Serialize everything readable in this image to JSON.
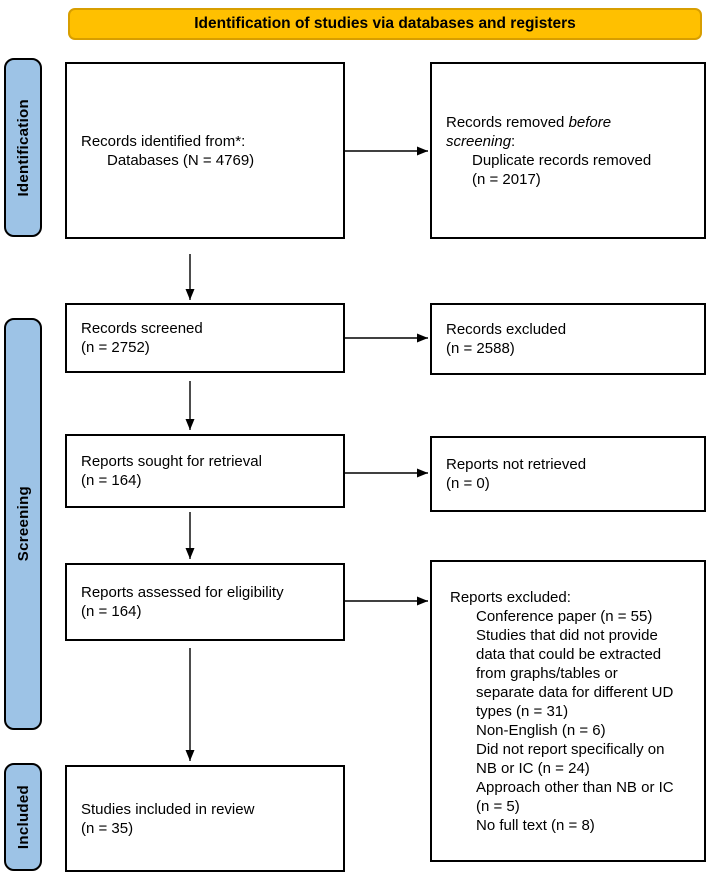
{
  "colors": {
    "banner_bg": "#FFC000",
    "banner_border": "#D89E00",
    "stage_bg": "#9DC3E6",
    "stage_border": "#000000",
    "box_bg": "#FFFFFF",
    "box_border": "#000000",
    "arrow": "#000000",
    "text": "#000000"
  },
  "banner": {
    "label": "Identification of studies via databases and registers"
  },
  "stages": [
    {
      "id": "identification",
      "label": "Identification"
    },
    {
      "id": "screening",
      "label": "Screening"
    },
    {
      "id": "included",
      "label": "Included"
    }
  ],
  "boxes": {
    "records_identified": {
      "lines": [
        {
          "indent": 0,
          "runs": [
            {
              "text": "Records identified from*:"
            }
          ]
        },
        {
          "indent": 1,
          "runs": [
            {
              "text": "Databases (N = 4769)"
            }
          ]
        }
      ]
    },
    "records_removed": {
      "lines": [
        {
          "indent": 0,
          "runs": [
            {
              "text": "Records removed "
            },
            {
              "text": "before",
              "italic": true
            }
          ]
        },
        {
          "indent": 0,
          "runs": [
            {
              "text": "screening",
              "italic": true
            },
            {
              "text": ":"
            }
          ]
        },
        {
          "indent": 1,
          "runs": [
            {
              "text": "Duplicate records removed"
            }
          ]
        },
        {
          "indent": 1,
          "runs": [
            {
              "text": "(n = 2017)"
            }
          ]
        }
      ]
    },
    "records_screened": {
      "lines": [
        {
          "indent": 0,
          "runs": [
            {
              "text": "Records screened"
            }
          ]
        },
        {
          "indent": 0,
          "runs": [
            {
              "text": "(n = 2752)"
            }
          ]
        }
      ]
    },
    "records_excluded": {
      "lines": [
        {
          "indent": 0,
          "runs": [
            {
              "text": "Records excluded"
            }
          ]
        },
        {
          "indent": 0,
          "runs": [
            {
              "text": "(n = 2588)"
            }
          ]
        }
      ]
    },
    "reports_sought": {
      "lines": [
        {
          "indent": 0,
          "runs": [
            {
              "text": "Reports sought for retrieval"
            }
          ]
        },
        {
          "indent": 0,
          "runs": [
            {
              "text": "(n = 164)"
            }
          ]
        }
      ]
    },
    "reports_not_retrieved": {
      "lines": [
        {
          "indent": 0,
          "runs": [
            {
              "text": "Reports not retrieved"
            }
          ]
        },
        {
          "indent": 0,
          "runs": [
            {
              "text": "(n = 0)"
            }
          ]
        }
      ]
    },
    "reports_assessed": {
      "lines": [
        {
          "indent": 0,
          "runs": [
            {
              "text": "Reports assessed for eligibility"
            }
          ]
        },
        {
          "indent": 0,
          "runs": [
            {
              "text": "(n = 164)"
            }
          ]
        }
      ]
    },
    "reports_excluded": {
      "lines": [
        {
          "indent": 0,
          "runs": [
            {
              "text": "Reports excluded:"
            }
          ]
        },
        {
          "indent": 1,
          "runs": [
            {
              "text": "Conference paper (n = 55)"
            }
          ]
        },
        {
          "indent": 1,
          "runs": [
            {
              "text": "Studies that did not provide"
            }
          ]
        },
        {
          "indent": 1,
          "runs": [
            {
              "text": "data that could be extracted"
            }
          ]
        },
        {
          "indent": 1,
          "runs": [
            {
              "text": "from graphs/tables or"
            }
          ]
        },
        {
          "indent": 1,
          "runs": [
            {
              "text": "separate data for different UD"
            }
          ]
        },
        {
          "indent": 1,
          "runs": [
            {
              "text": "types (n = 31)"
            }
          ]
        },
        {
          "indent": 1,
          "runs": [
            {
              "text": "Non-English (n = 6)"
            }
          ]
        },
        {
          "indent": 1,
          "runs": [
            {
              "text": "Did not report specifically on"
            }
          ]
        },
        {
          "indent": 1,
          "runs": [
            {
              "text": "NB or IC (n = 24)"
            }
          ]
        },
        {
          "indent": 1,
          "runs": [
            {
              "text": "Approach other than NB or IC"
            }
          ]
        },
        {
          "indent": 1,
          "runs": [
            {
              "text": "(n = 5)"
            }
          ]
        },
        {
          "indent": 1,
          "runs": [
            {
              "text": "No full text (n = 8)"
            }
          ]
        }
      ]
    },
    "studies_included": {
      "lines": [
        {
          "indent": 0,
          "runs": [
            {
              "text": "Studies included in review"
            }
          ]
        },
        {
          "indent": 0,
          "runs": [
            {
              "text": "(n = 35)"
            }
          ]
        }
      ]
    }
  }
}
